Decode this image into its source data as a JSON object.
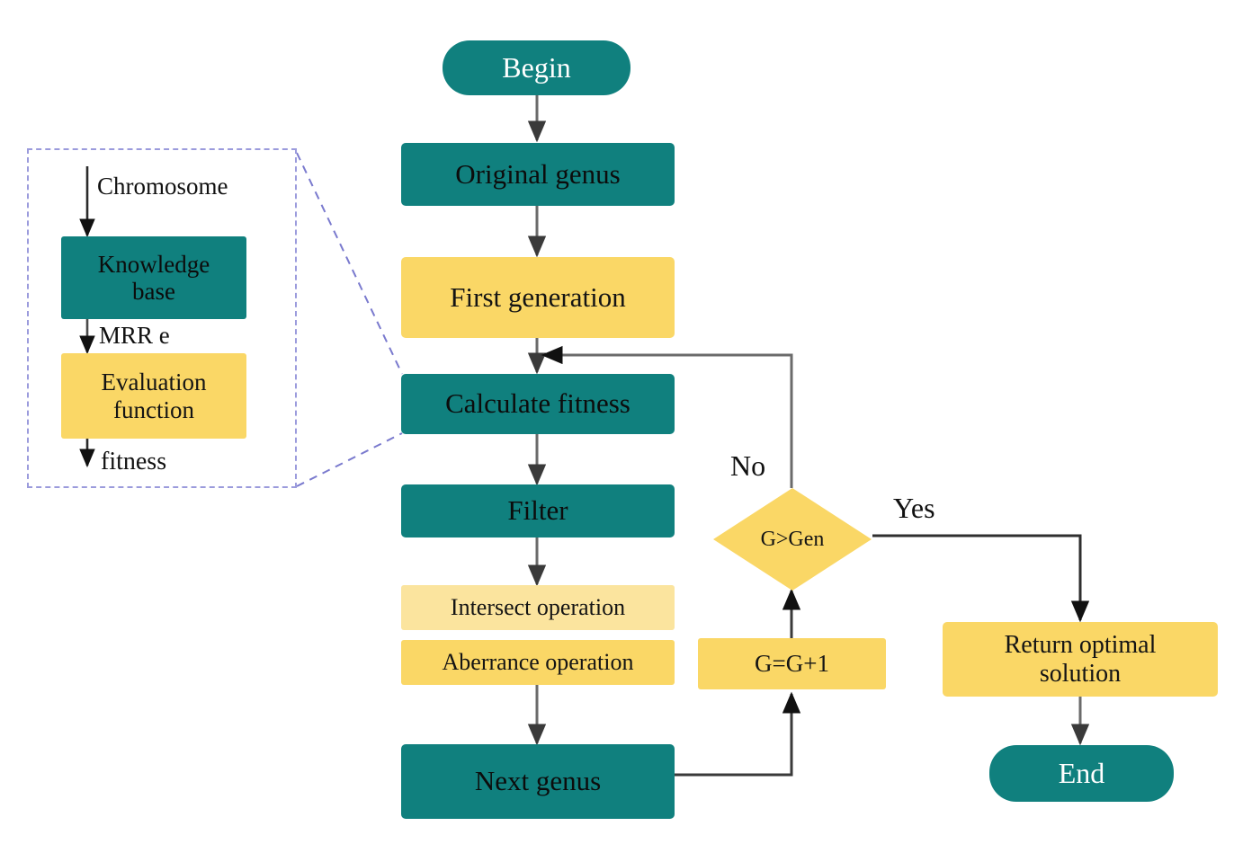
{
  "diagram": {
    "title": "Genetic algorithm flowchart with knowledge-base fitness evaluation inset",
    "type": "flowchart",
    "colors": {
      "teal": "#10807E",
      "yellow": "#FAD766",
      "yellow_light": "#FBE49E",
      "dashed_border": "#9B9BDC",
      "arrow": "#595959",
      "text_dark": "#141414",
      "text_light": "#ffffff"
    }
  },
  "main_flow": {
    "begin": "Begin",
    "original_genus": "Original genus",
    "first_generation": "First generation",
    "calculate_fitness": "Calculate fitness",
    "filter": "Filter",
    "intersect_operation": "Intersect operation",
    "aberrance_operation": "Aberrance operation",
    "next_genus": "Next genus"
  },
  "decision": {
    "condition": "G>Gen",
    "label_no": "No",
    "label_yes": "Yes"
  },
  "loop": {
    "increment": "G=G+1"
  },
  "terminal": {
    "return_optimal": "Return optimal\nsolution",
    "return_optimal_line1": "Return optimal",
    "return_optimal_line2": "solution",
    "end": "End"
  },
  "inset": {
    "input_label": "Chromosome",
    "knowledge_base_line1": "Knowledge",
    "knowledge_base_line2": "base",
    "middle_label": "MRR  e",
    "evaluation_line1": "Evaluation",
    "evaluation_line2": "function",
    "output_label": "fitness"
  }
}
